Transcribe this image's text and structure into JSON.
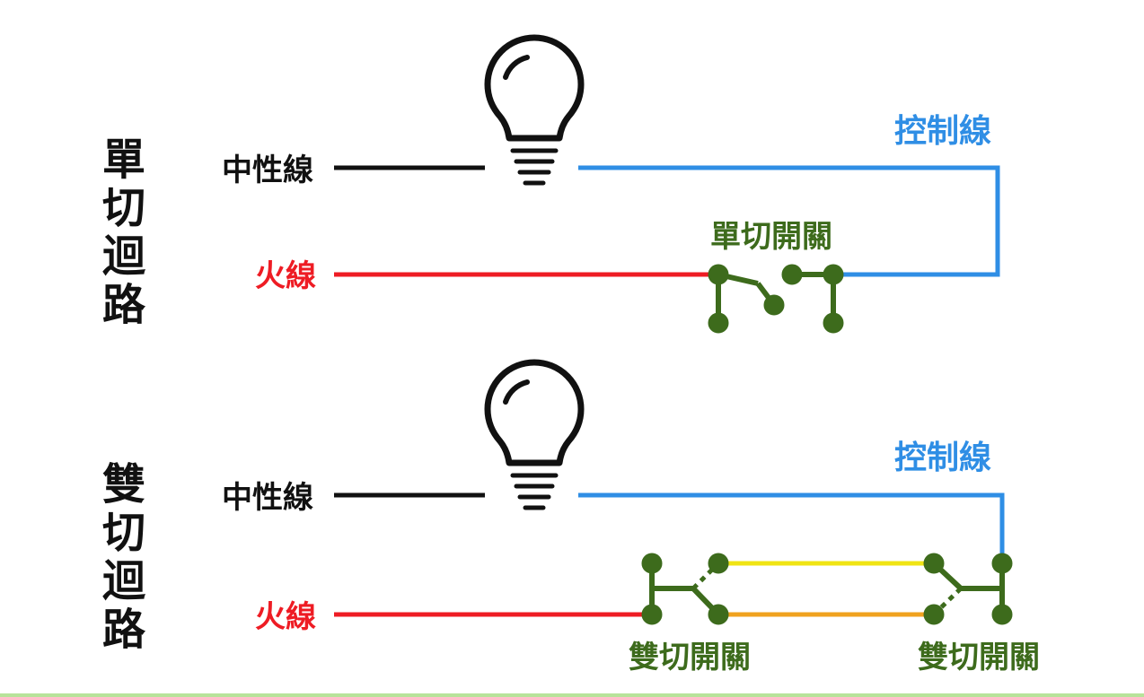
{
  "colors": {
    "neutral": "#111111",
    "live": "#ee1c24",
    "control": "#2f8ee5",
    "switch": "#3d6b1c",
    "traveler_top": "#f0e414",
    "traveler_bottom": "#f0a21e",
    "bulb": "#111111"
  },
  "single_circuit": {
    "title": "單切迴路",
    "neutral_label": "中性線",
    "live_label": "火線",
    "control_label": "控制線",
    "switch_label": "單切開關"
  },
  "double_circuit": {
    "title": "雙切迴路",
    "neutral_label": "中性線",
    "live_label": "火線",
    "control_label": "控制線",
    "switch_left_label": "雙切開關",
    "switch_right_label": "雙切開關"
  }
}
